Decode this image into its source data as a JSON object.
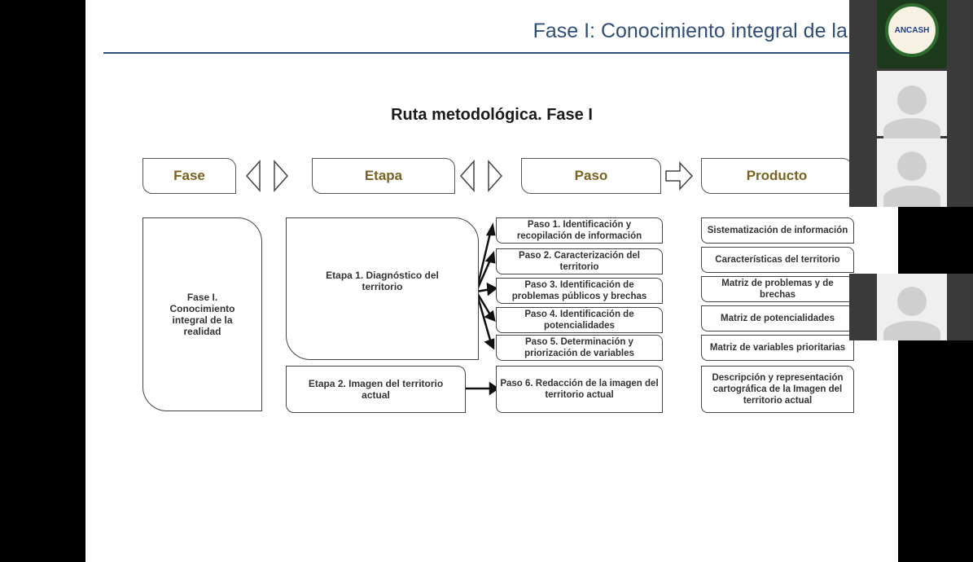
{
  "slide": {
    "title": "Fase I: Conocimiento integral de la realid",
    "subtitle": "Ruta metodológica. Fase I"
  },
  "headers": {
    "fase": "Fase",
    "etapa": "Etapa",
    "paso": "Paso",
    "producto": "Producto"
  },
  "fase_box": "Fase I. Conocimiento integral de la realidad",
  "etapas": [
    "Etapa 1. Diagnóstico del territorio",
    "Etapa 2. Imagen del territorio actual"
  ],
  "pasos": [
    "Paso 1. Identificación y recopilación de información",
    "Paso 2. Caracterización del territorio",
    "Paso 3. Identificación de problemas públicos y brechas",
    "Paso 4. Identificación de potencialidades",
    "Paso 5. Determinación y priorización de variables",
    "Paso 6. Redacción de la imagen del territorio actual"
  ],
  "productos": [
    "Sistematización de información",
    "Características del territorio",
    "Matriz de problemas y de brechas",
    "Matriz de potencialidades",
    "Matriz de variables prioritarias",
    "Descripción y representación cartográfica de la Imagen del territorio actual"
  ],
  "logo": {
    "text": "ANCASH"
  },
  "colors": {
    "title_blue": "#2f4e79",
    "header_gold": "#7a6322"
  }
}
